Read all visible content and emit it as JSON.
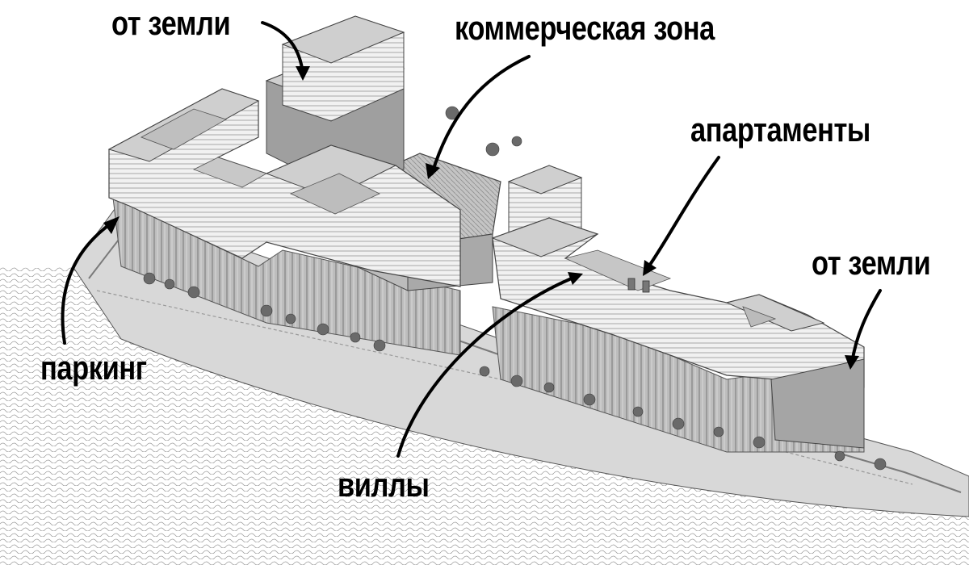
{
  "labels": {
    "ground_left": "от земли",
    "commercial": "коммерческая зона",
    "apartments": "апартаменты",
    "ground_right": "от земли",
    "parking": "паркинг",
    "villas": "виллы"
  },
  "colors": {
    "ink": "#000000",
    "facade": "#eeeeee",
    "roof": "#cfcfcf",
    "shadow": "#8a8a8a",
    "ground": "#d6d6d6",
    "water_line": "#9a9a9a",
    "tree": "#6a6a6a"
  }
}
